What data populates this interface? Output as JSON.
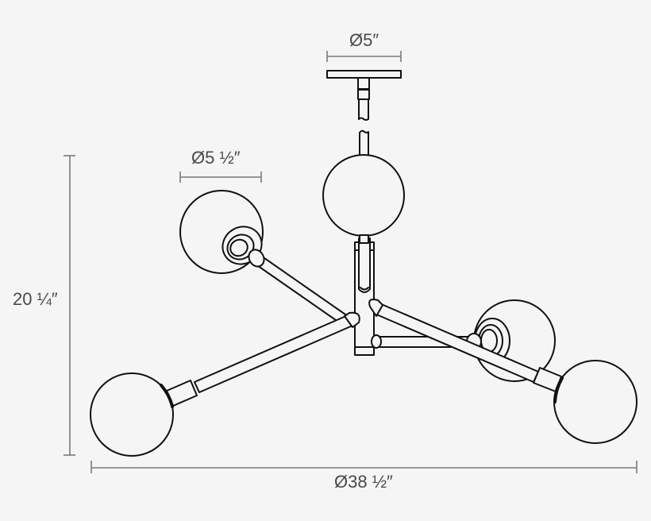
{
  "diagram": {
    "subject": "Chandelier with five globe shades on angled arms",
    "background_color": "#f5f5f5",
    "line_color": "#111111",
    "dimension_color": "#7a7a7a",
    "label_color": "#4a4a4a"
  },
  "dimensions": {
    "canopy_diameter": {
      "label": "Ø5″"
    },
    "shade_diameter": {
      "label": "Ø5 ½″"
    },
    "overall_height": {
      "label": "20 ¼″"
    },
    "overall_diameter": {
      "label": "Ø38 ½″"
    }
  },
  "components": {
    "canopy": "ceiling-canopy",
    "stem": "downrod-with-break",
    "hub": "center-body",
    "globes": [
      {
        "name": "globe-top-center"
      },
      {
        "name": "globe-upper-left"
      },
      {
        "name": "globe-right-rear"
      },
      {
        "name": "globe-lower-left"
      },
      {
        "name": "globe-lower-right"
      }
    ]
  }
}
